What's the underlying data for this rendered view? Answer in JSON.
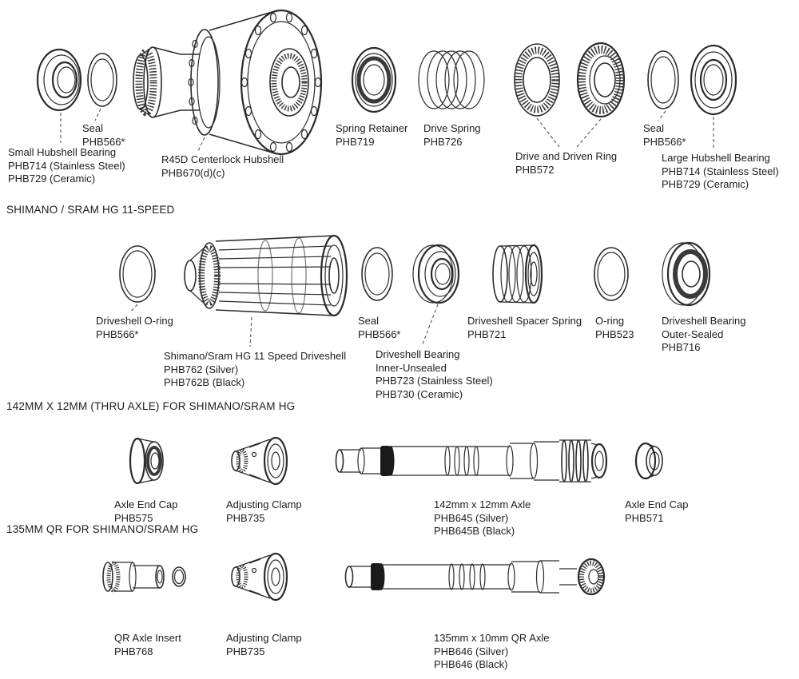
{
  "colors": {
    "background": "#ffffff",
    "ink": "#1c1c1c",
    "line": "#2b2b2b"
  },
  "sections": {
    "hubshell": {
      "labels": {
        "small_bearing": "Small Hubshell Bearing\nPHB714 (Stainless Steel)\nPHB729 (Ceramic)",
        "seal_left": "Seal\nPHB566*",
        "hubshell": "R45D Centerlock Hubshell\nPHB670(d)(c)",
        "spring_retainer": "Spring Retainer\nPHB719",
        "drive_spring": "Drive Spring\nPHB726",
        "drive_driven_ring": "Drive and Driven Ring\nPHB572",
        "seal_right": "Seal\nPHB566*",
        "large_bearing": "Large Hubshell Bearing\nPHB714 (Stainless Steel)\nPHB729 (Ceramic)"
      }
    },
    "driveshell": {
      "heading": "SHIMANO / SRAM HG 11-SPEED",
      "labels": {
        "oring_left": "Driveshell O-ring\nPHB566*",
        "driveshell": "Shimano/Sram HG 11 Speed Driveshell\nPHB762 (Silver)\nPHB762B (Black)",
        "seal": "Seal\nPHB566*",
        "bearing_inner": "Driveshell Bearing\nInner-Unsealed\nPHB723 (Stainless Steel)\nPHB730 (Ceramic)",
        "spacer_spring": "Driveshell Spacer Spring\nPHB721",
        "oring_right": "O-ring\nPHB523",
        "bearing_outer": "Driveshell Bearing\nOuter-Sealed\nPHB716"
      }
    },
    "thru_axle": {
      "heading": "142MM X 12MM (THRU AXLE) FOR SHIMANO/SRAM HG",
      "labels": {
        "end_cap_left": "Axle End Cap\nPHB575",
        "adjusting_clamp": "Adjusting Clamp\nPHB735",
        "axle": "142mm x 12mm Axle\nPHB645 (Silver)\nPHB645B (Black)",
        "end_cap_right": "Axle End Cap\nPHB571"
      }
    },
    "qr_axle": {
      "heading": "135MM QR FOR SHIMANO/SRAM HG",
      "labels": {
        "qr_insert": "QR Axle Insert\nPHB768",
        "adjusting_clamp": "Adjusting Clamp\nPHB735",
        "axle": "135mm x 10mm QR Axle\nPHB646 (Silver)\nPHB646 (Black)"
      }
    }
  }
}
